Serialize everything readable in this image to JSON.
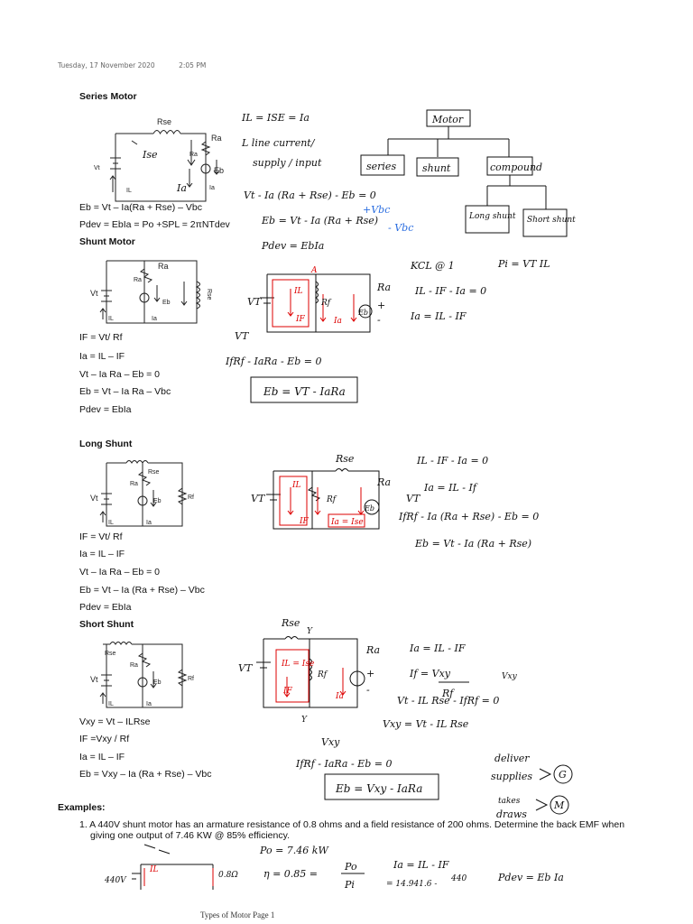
{
  "header": {
    "date": "Tuesday, 17 November 2020",
    "time": "2:05 PM"
  },
  "series": {
    "title": "Series Motor",
    "eqs": [
      "Eb = Vt – Ia(Ra + Rse) – Vbc",
      "Pdev = EbIa = Po +SPL = 2πNTdev"
    ],
    "diagram": [
      "Rse",
      "Ra",
      "Vt",
      "IL",
      "Ise",
      "Ra",
      "Eb",
      "Ia",
      "Ia"
    ]
  },
  "shunt": {
    "title": "Shunt Motor",
    "eqs": [
      "IF = Vt/ Rf",
      "Ia = IL – IF",
      "Vt – Ia Ra – Eb = 0",
      "Eb = Vt – Ia Ra – Vbc",
      "Pdev = EbIa"
    ],
    "diagram": [
      "Ra",
      "Vt",
      "Ra",
      "Eb",
      "Rse",
      "IL",
      "Ia"
    ]
  },
  "longshunt": {
    "title": "Long Shunt",
    "eqs": [
      "IF = Vt/ Rf",
      "Ia = IL – IF",
      "Vt – Ia Ra – Eb = 0",
      "Eb = Vt – Ia (Ra + Rse) – Vbc",
      "Pdev = EbIa"
    ],
    "diagram": [
      "Rse",
      "Ra",
      "Vt",
      "Eb",
      "Rf",
      "IL",
      "Ia"
    ]
  },
  "shortshunt": {
    "title": "Short Shunt",
    "eqs": [
      "Vxy = Vt – ILRse",
      "IF =Vxy / Rf",
      "Ia = IL – IF",
      "Eb = Vxy – Ia (Ra + Rse) – Vbc"
    ],
    "diagram": [
      "Rse",
      "Ra",
      "Vt",
      "Eb",
      "Rf",
      "IL",
      "Ia"
    ]
  },
  "examples": {
    "title": "Examples:",
    "item1": "1.  A 440V shunt motor has an armature resistance of 0.8 ohms and a field resistance of 200 ohms. Determine the back EMF when giving one output of 7.46 KW @ 85% efficiency."
  },
  "handwriting": {
    "series_eq1": "IL = ISE = Ia",
    "series_note": [
      "L line current/",
      "supply / input"
    ],
    "series_kvl": "Vt - Ia (Ra + Rse) - Eb = 0",
    "series_eb": "Eb = Vt - Ia (Ra + Rse)",
    "series_vbc_add": "+Vbc",
    "series_vbc": "- Vbc",
    "series_pdev": "Pdev = EbIa",
    "tree": {
      "root": "Motor",
      "children": [
        "series",
        "shunt",
        "compound"
      ],
      "compound_children": [
        "Long shunt",
        "Short shunt"
      ]
    },
    "shunt_kcl": "KCL @ 1",
    "shunt_pi": "Pi = VT IL",
    "shunt_eq1": "IL - IF - Ia = 0",
    "shunt_eq2": "Ia = IL - IF",
    "shunt_circuit": [
      "VT",
      "IL",
      "IF",
      "Rf",
      "Ra",
      "Ia",
      "Eb",
      "A",
      "+",
      "-"
    ],
    "shunt_vt": "VT",
    "shunt_kvl": "IfRf - IaRa - Eb = 0",
    "shunt_eb_box": "Eb = VT - IaRa",
    "long_circuit": [
      "Rse",
      "Ra",
      "VT",
      "IL",
      "IF",
      "Rf",
      "Eb",
      "Ia = Ise"
    ],
    "long_eq1": "IL - IF - Ia = 0",
    "long_eq2": "Ia = IL - If",
    "long_vt": "VT",
    "long_kvl": "IfRf - Ia (Ra + Rse) - Eb = 0",
    "long_eb": "Eb = Vt - Ia (Ra + Rse)",
    "short_circuit": [
      "Rse",
      "Y",
      "Ra",
      "VT",
      "IL = Ise",
      "IF",
      "Rf",
      "Ia",
      "+",
      "-",
      "Y"
    ],
    "short_eq1": "Ia = IL - IF",
    "short_eq2": "If = Vxy",
    "short_eq2_den": "Rf",
    "short_vxy": "Vxy",
    "short_kvl": "Vt - IL Rse - IfRf = 0",
    "short_vxy2": "Vxy = Vt - IL Rse",
    "short_vxy3": "Vxy",
    "short_kvl2": "IfRf - IaRa - Eb = 0",
    "short_eb_box": "Eb = Vxy - IaRa",
    "deliver": [
      "deliver",
      "supplies"
    ],
    "deliver_circle": "G",
    "takes": [
      "takes",
      "draws"
    ],
    "takes_circle": "M",
    "ex_given": [
      "Po = 7.46 kW",
      "η = 0.85 =",
      "Po",
      "Pi"
    ],
    "ex_ia": [
      "Ia = IL - IF",
      "= 14.941.6 -",
      "440"
    ],
    "ex_pdev": "Pdev = Eb Ia",
    "ex_circuit": [
      "440V",
      "IL",
      "0.8Ω"
    ]
  },
  "footer": {
    "page": "Types of Motor Page 1"
  }
}
